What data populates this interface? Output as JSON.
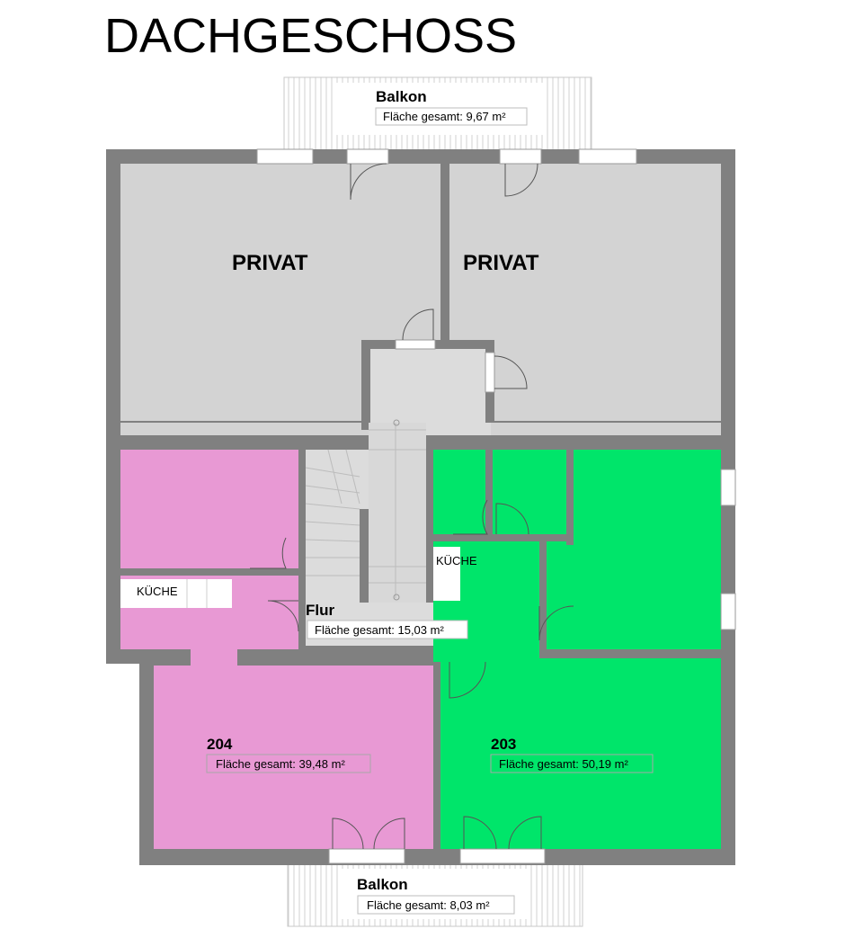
{
  "title": "DACHGESCHOSS",
  "rooms": {
    "private_left": {
      "label": "PRIVAT"
    },
    "private_right": {
      "label": "PRIVAT"
    },
    "unit_204": {
      "label": "204",
      "area": "Fläche gesamt: 39,48 m²",
      "kitchen": "KÜCHE"
    },
    "unit_203": {
      "label": "203",
      "area": "Fläche gesamt: 50,19 m²",
      "kitchen": "KÜCHE"
    },
    "flur": {
      "label": "Flur",
      "area": "Fläche gesamt: 15,03 m²"
    },
    "balkon_top": {
      "label": "Balkon",
      "area": "Fläche gesamt: 9,67 m²"
    },
    "balkon_bottom": {
      "label": "Balkon",
      "area": "Fläche gesamt: 8,03 m²"
    }
  },
  "colors": {
    "wall": "#808080",
    "private": "#d3d3d3",
    "unit_204": "#e899d4",
    "unit_203": "#00e56a",
    "corridor": "#dcdcdc",
    "balcony": "#ffffff"
  }
}
